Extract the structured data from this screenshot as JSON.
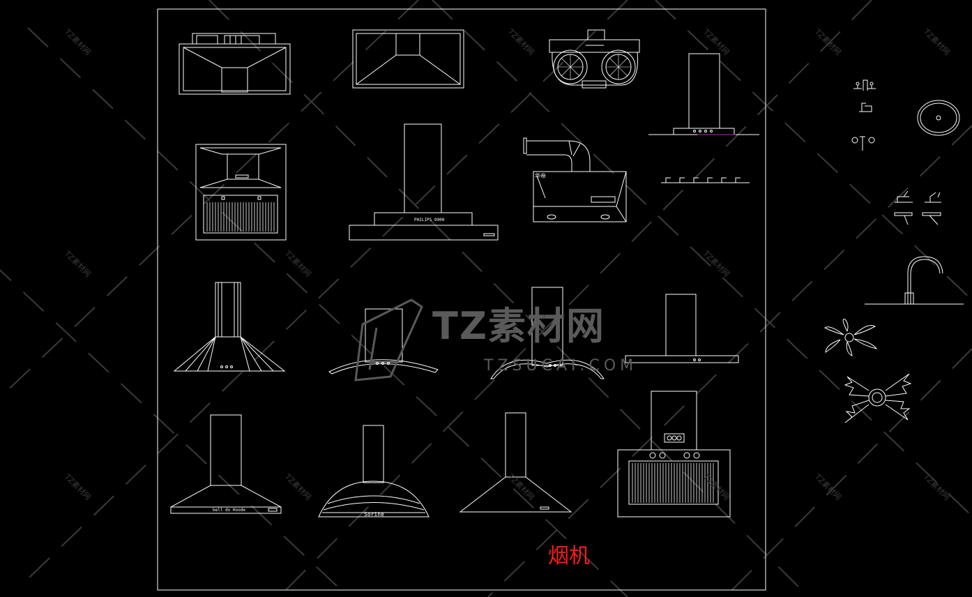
{
  "drawing": {
    "title": "烟机",
    "title_color": "#ff1a1a",
    "line_color": "#ffffff",
    "background": "#000000",
    "accent": "#c020c0"
  },
  "watermark": {
    "brand": "TZ素材网",
    "domain": "TZSUCAI.COM",
    "small": "TZ素材网",
    "color": "#5a5a5a"
  },
  "hood_labels": {
    "slim_hood": "PHILIPS 9900",
    "pyramid_hood": "bell do Hoode",
    "dome_hood": "Sorine",
    "box_hood": "华帝"
  },
  "legend": {
    "side_items": [
      "faucet-set-icon",
      "sink-basin-icon",
      "mixer-tap-icon",
      "gooseneck-faucet-icon",
      "potted-plant-icon",
      "holly-ornament-icon"
    ]
  }
}
